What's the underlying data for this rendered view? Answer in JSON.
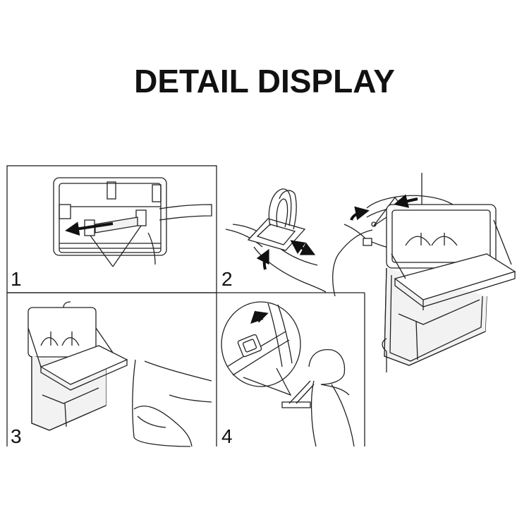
{
  "header": {
    "title": "DETAIL DISPLAY"
  },
  "steps": [
    {
      "number": "1"
    },
    {
      "number": "2"
    },
    {
      "number": "3"
    },
    {
      "number": "4"
    }
  ],
  "colors": {
    "ink": "#222222",
    "arrow": "#111111",
    "fill": "#f2f2f2"
  }
}
